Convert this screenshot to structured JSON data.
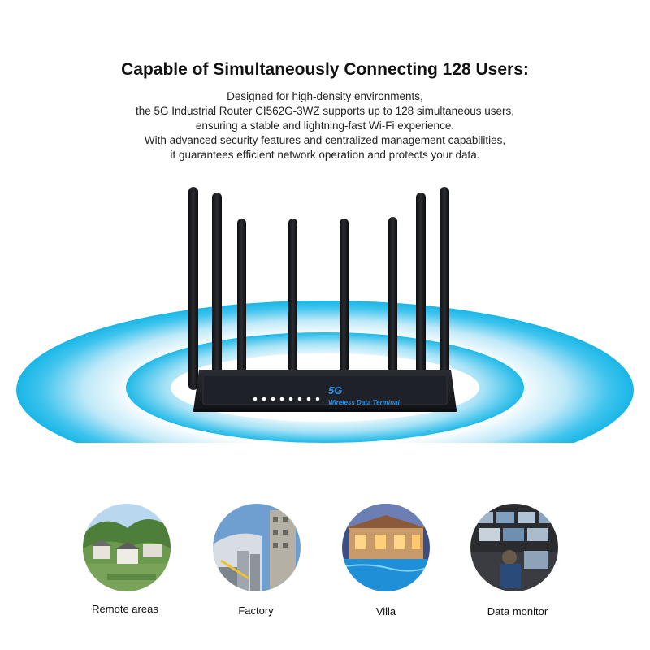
{
  "heading": "Capable of Simultaneously Connecting 128 Users:",
  "description": [
    "Designed for high-density environments,",
    "the 5G Industrial Router CI562G-3WZ supports up to 128 simultaneous users,",
    "ensuring a stable and lightning-fast Wi-Fi experience.",
    "With advanced security features and centralized management capabilities,",
    "it guarantees efficient network operation and protects your data."
  ],
  "router": {
    "badge": "5G",
    "label": "Wireless Data Terminal",
    "antenna_count": 8
  },
  "scenarios": [
    {
      "label": "Remote areas",
      "icon": "remote-area-photo"
    },
    {
      "label": "Factory",
      "icon": "factory-photo"
    },
    {
      "label": "Villa",
      "icon": "villa-photo"
    },
    {
      "label": "Data monitor",
      "icon": "data-monitor-photo"
    }
  ],
  "colors": {
    "signal": "#19b6e6",
    "router_body": "#1b1d22"
  }
}
